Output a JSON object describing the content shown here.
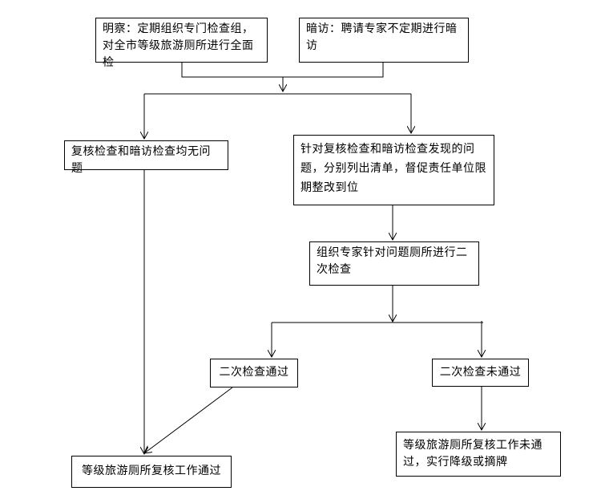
{
  "flowchart": {
    "open_inspection": "明察：定期组织专门检查组，对全市等级旅游厕所进行全面检",
    "secret_inspection": "暗访：聘请专家不定期进行暗访",
    "no_problems": "复核检查和暗访检查均无问题",
    "rectification": "针对复核检查和暗访检查发现的问题，分别列出清单，督促责任单位限期整改到位",
    "second_inspection": "组织专家针对问题厕所进行二次检查",
    "second_passed": "二次检查通过",
    "second_failed": "二次检查未通过",
    "review_failed": "等级旅游厕所复核工作未通过，实行降级或摘牌",
    "review_passed": "等级旅游厕所复核工作通过"
  }
}
